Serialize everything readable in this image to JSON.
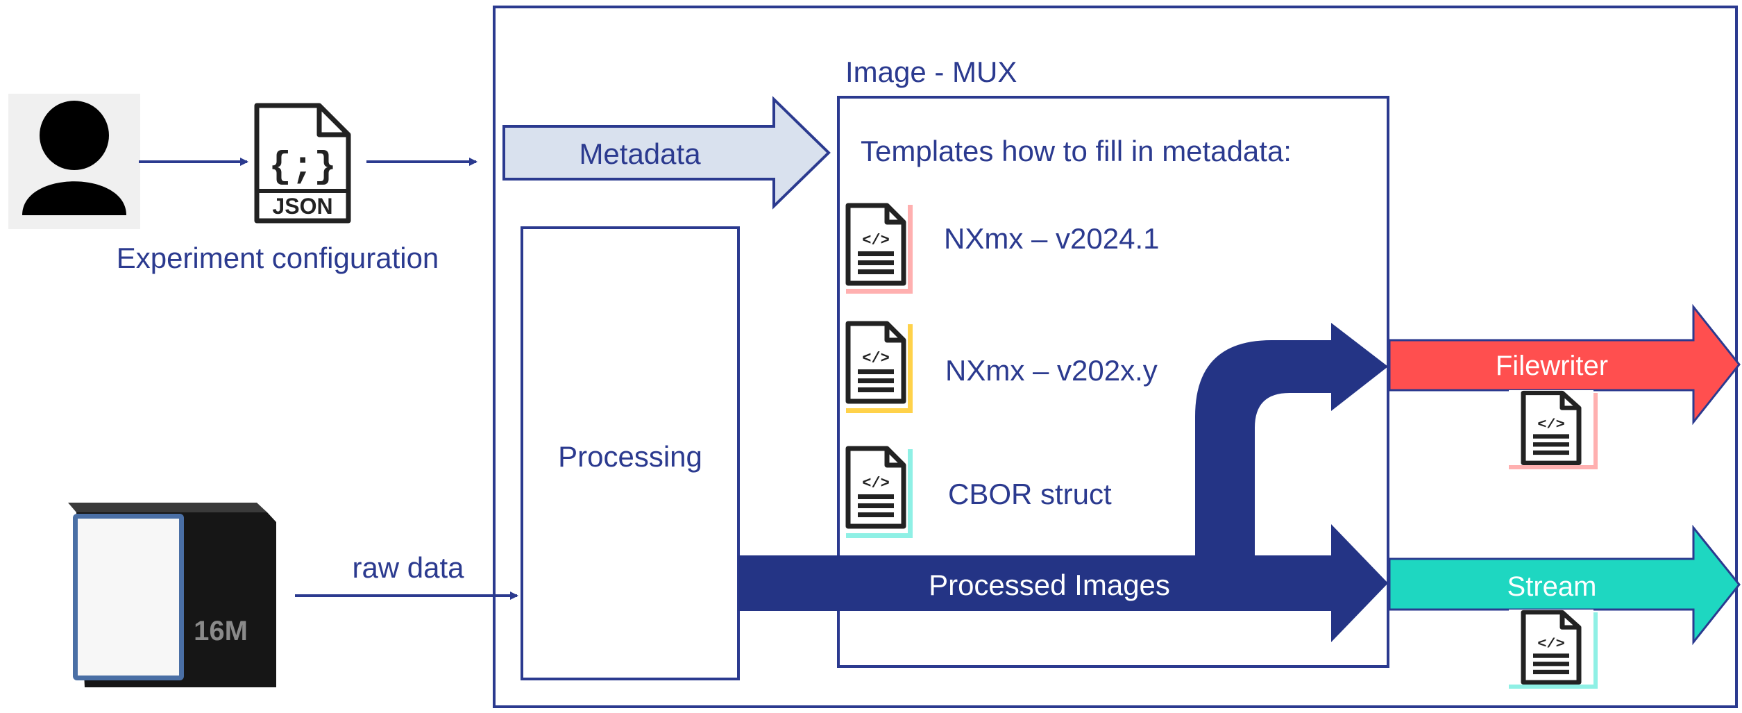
{
  "labels": {
    "experiment_configuration": "Experiment configuration",
    "json_badge": "JSON",
    "raw_data": "raw data",
    "metadata": "Metadata",
    "image_mux": "Image - MUX",
    "templates_heading": "Templates how to fill in metadata:",
    "template_1": "NXmx – v2024.1",
    "template_2": "NXmx – v202x.y",
    "template_3": "CBOR struct",
    "processing": "Processing",
    "processed_images": "Processed Images",
    "filewriter": "Filewriter",
    "stream": "Stream",
    "detector_model": "16M"
  },
  "colors": {
    "navy": "#2b3a8f",
    "metadata_fill": "#d9e1ee",
    "filewriter_red": "#ff4f4f",
    "stream_teal": "#1ed7c1",
    "doc_red_shadow": "#ff8a8a",
    "doc_yellow_shadow": "#ffd24a",
    "doc_teal_shadow": "#6fe3d6"
  },
  "icons": {
    "user": "person-icon",
    "json_file": "json-file-icon",
    "template_doc": "code-document-icon",
    "detector": "detector-device-icon"
  }
}
